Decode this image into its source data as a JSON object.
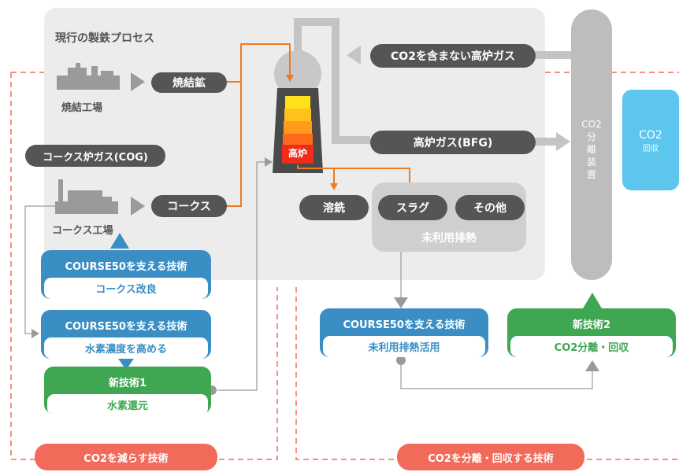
{
  "panel_title": "現行の製鉄プロセス",
  "sinter_plant_label": "焼結工場",
  "sinter_ore": "焼結鉱",
  "coke_oven_gas": "コークス炉ガス(COG)",
  "coke_plant_label": "コークス工場",
  "coke": "コークス",
  "co2_free_gas": "CO2を含まない高炉ガス",
  "bfg": "高炉ガス(BFG)",
  "furnace_label": "高炉",
  "molten_iron": "溶銑",
  "slag": "スラグ",
  "others": "その他",
  "unused_heat_label": "未利用排熱",
  "separator": {
    "line1": "CO2",
    "line2": "分",
    "line3": "離",
    "line4": "装",
    "line5": "置"
  },
  "recovery": {
    "line1": "CO2",
    "line2": "回収"
  },
  "card_coke": {
    "title": "COURSE50を支える技術",
    "body": "コークス改良"
  },
  "card_hydrogen": {
    "title": "COURSE50を支える技術",
    "body": "水素濃度を高める"
  },
  "card_tech1": {
    "title": "新技術1",
    "body": "水素還元"
  },
  "card_heat": {
    "title": "COURSE50を支える技術",
    "body": "未利用排熱活用"
  },
  "card_tech2": {
    "title": "新技術2",
    "body": "CO2分離・回収"
  },
  "reduce_label": "CO2を減らす技術",
  "separate_label": "CO2を分離・回収する技術",
  "colors": {
    "orange": "#f07a1f",
    "blue": "#3a8ec4",
    "green": "#3fa652",
    "red": "#f26b5a",
    "aqua": "#5cc6ee"
  }
}
